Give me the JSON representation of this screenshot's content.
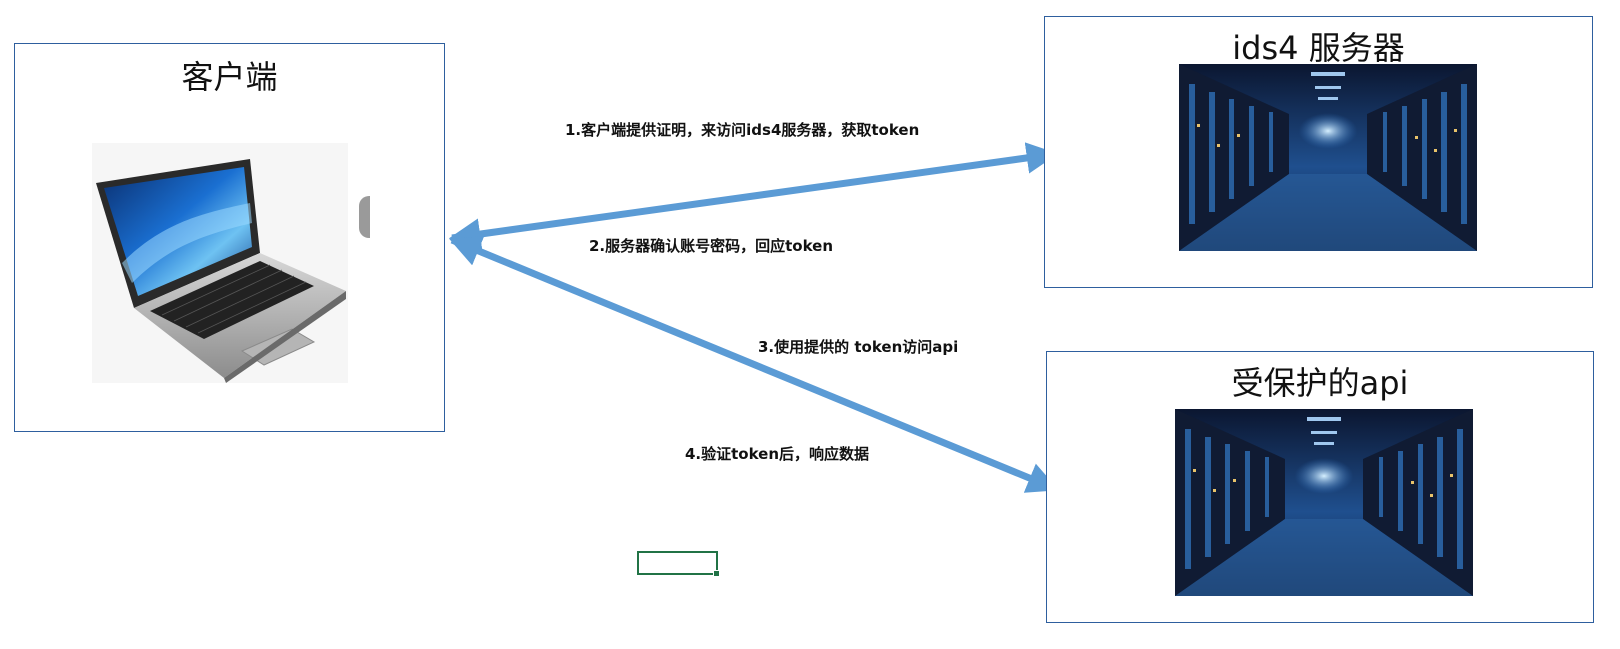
{
  "client": {
    "title": "客户端"
  },
  "ids4": {
    "title": "ids4 服务器"
  },
  "api": {
    "title": "受保护的api"
  },
  "steps": {
    "step1": "1.客户端提供证明，来访问ids4服务器，获取token",
    "step2": "2.服务器确认账号密码，回应token",
    "step3": "3.使用提供的 token访问api",
    "step4": "4.验证token后，响应数据"
  },
  "colors": {
    "box_border": "#2e5f9e",
    "arrow": "#5b9bd5",
    "selection": "#217346"
  }
}
